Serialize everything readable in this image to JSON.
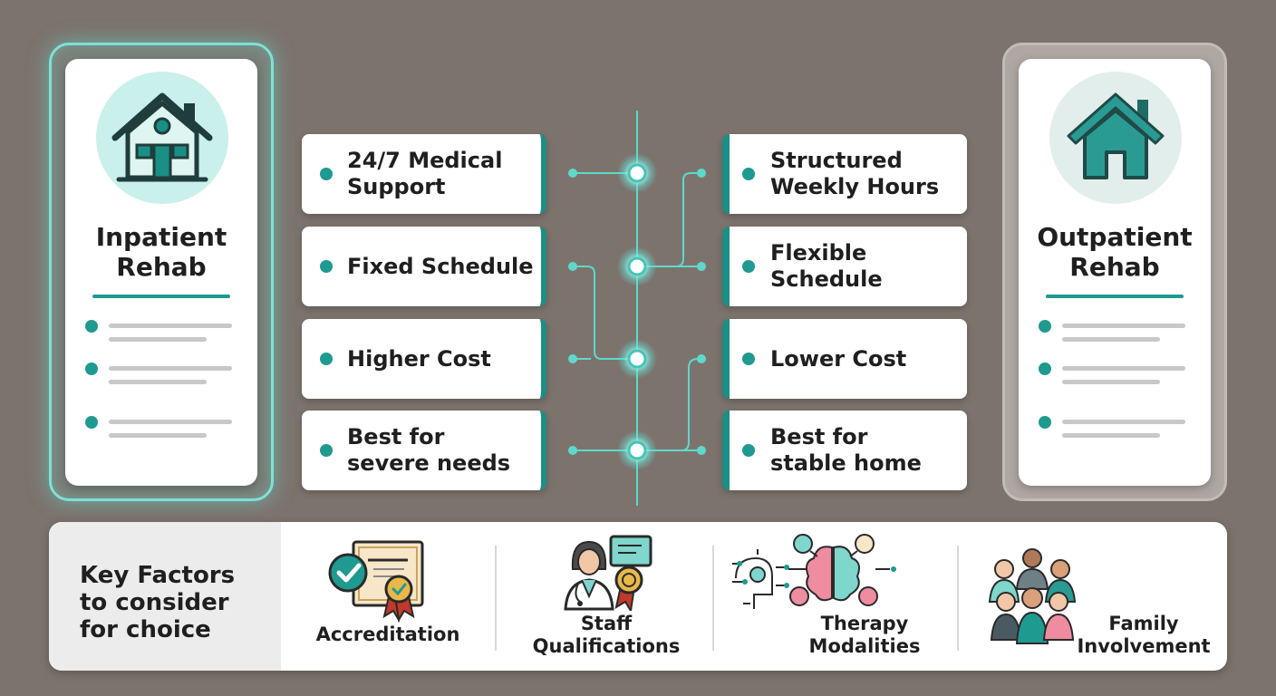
{
  "inpatient": {
    "title_line1": "Inpatient",
    "title_line2": "Rehab",
    "icon": "house-icon",
    "features": [
      {
        "line1": "24/7 Medical",
        "line2": "Support"
      },
      {
        "line1": "Fixed Schedule",
        "line2": ""
      },
      {
        "line1": "Higher Cost",
        "line2": ""
      },
      {
        "line1": "Best for",
        "line2": "severe needs"
      }
    ]
  },
  "outpatient": {
    "title_line1": "Outpatient",
    "title_line2": "Rehab",
    "icon": "house-icon",
    "features": [
      {
        "line1": "Structured",
        "line2": "Weekly Hours"
      },
      {
        "line1": "Flexible",
        "line2": "Schedule"
      },
      {
        "line1": "Lower Cost",
        "line2": ""
      },
      {
        "line1": "Best for",
        "line2": "stable home"
      }
    ]
  },
  "key_factors": {
    "heading_line1": "Key Factors",
    "heading_line2": "to consider",
    "heading_line3": "for choice",
    "items": [
      {
        "label_line1": "Accreditation",
        "label_line2": "",
        "icon": "certificate-icon"
      },
      {
        "label_line1": "Staff",
        "label_line2": "Qualifications",
        "icon": "doctor-icon"
      },
      {
        "label_line1": "Therapy",
        "label_line2": "Modalities",
        "icon": "brain-icon"
      },
      {
        "label_line1": "Family",
        "label_line2": "Involvement",
        "icon": "family-icon"
      }
    ]
  },
  "colors": {
    "teal": "#1e9a91",
    "glow": "#7fe0d6",
    "background": "#7d736d"
  }
}
